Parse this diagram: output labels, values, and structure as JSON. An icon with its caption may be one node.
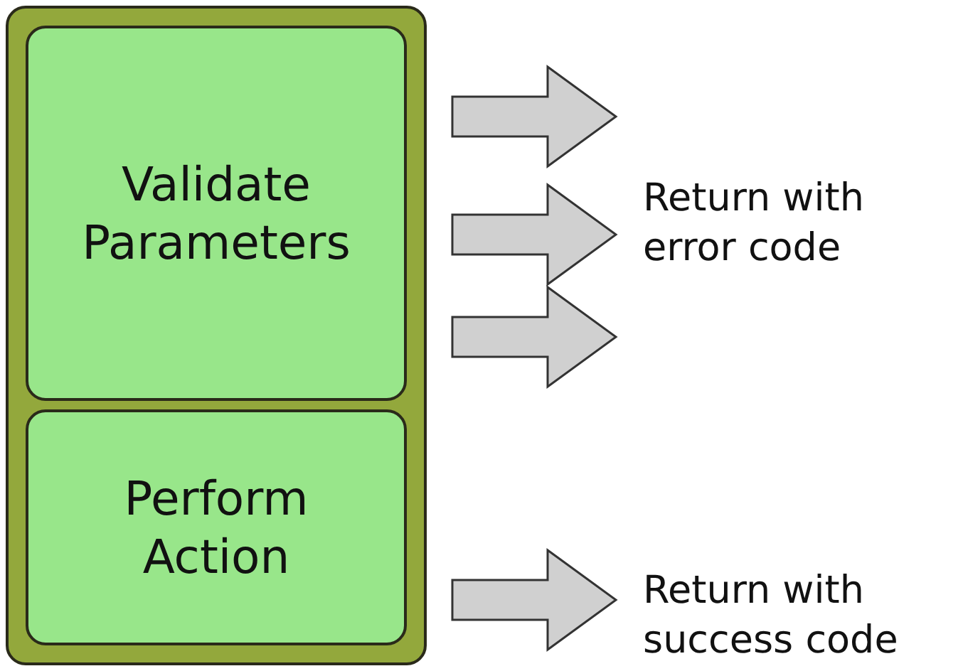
{
  "diagram": {
    "nodes": [
      {
        "text": [],
        "shape": "box"
      },
      {
        "text": [
          "Validate Parameters"
        ],
        "in": 0
      },
      {
        "text": [
          "Perform Action"
        ],
        "in": 0
      },
      {
        "text": [
          "Return with error code"
        ]
      },
      {
        "text": [
          "Return with success code"
        ]
      }
    ],
    "edges": [
      {
        "from": 1,
        "to": 3,
        "arrow": "to"
      },
      {
        "from": 1,
        "to": 3,
        "arrow": "to"
      },
      {
        "from": 1,
        "to": 3,
        "arrow": "to"
      },
      {
        "from": 2,
        "to": 4,
        "arrow": "to"
      }
    ]
  }
}
